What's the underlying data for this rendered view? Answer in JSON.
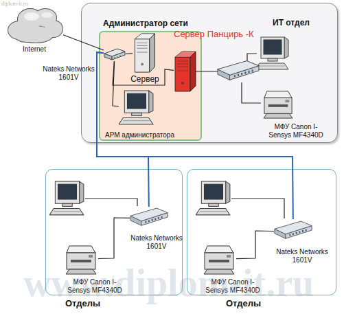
{
  "diagram": {
    "nodes": [
      {
        "text": [
          "Internet"
        ]
      },
      {
        "text": [
          "ИТ отдел"
        ]
      },
      {
        "text": [
          "Администратор сети"
        ],
        "in": 1
      },
      {
        "text": [
          "Nateks Networks 1601V"
        ],
        "in": 2
      },
      {
        "text": [
          "Сервер"
        ],
        "in": 2
      },
      {
        "text": [
          "Сервер Панцирь -К"
        ],
        "in": 2
      },
      {
        "text": [
          "АРМ администратора"
        ],
        "in": 2
      },
      {
        "text": [
          "МФУ Canon I-Sensys MF4340D"
        ],
        "in": 1
      },
      {
        "text": [
          "Отделы"
        ]
      },
      {
        "text": [
          "Nateks Networks 1601V"
        ],
        "in": 8
      },
      {
        "text": [
          "МФУ Canon I-Sensys MF4340D"
        ],
        "in": 8
      },
      {
        "text": [
          "Отделы"
        ]
      },
      {
        "text": [
          "Nateks Networks 1601V"
        ],
        "in": 11
      },
      {
        "text": [
          "МФУ Canon I-Sensys MF4340D"
        ],
        "in": 11
      }
    ],
    "edges": [
      {
        "from": 0,
        "to": 3,
        "arrow": "none"
      },
      {
        "from": 3,
        "to": 4,
        "arrow": "none"
      },
      {
        "from": 3,
        "to": 5,
        "arrow": "none"
      },
      {
        "from": 3,
        "to": 6,
        "arrow": "none"
      },
      {
        "from": 3,
        "to": 9,
        "arrow": "none"
      },
      {
        "from": 3,
        "to": 12,
        "arrow": "none"
      },
      {
        "from": 9,
        "to": 10,
        "arrow": "none"
      },
      {
        "from": 12,
        "to": 13,
        "arrow": "none"
      }
    ],
    "labels": [
      "diplom-it.ru",
      "www.diplom-it.ru"
    ]
  }
}
